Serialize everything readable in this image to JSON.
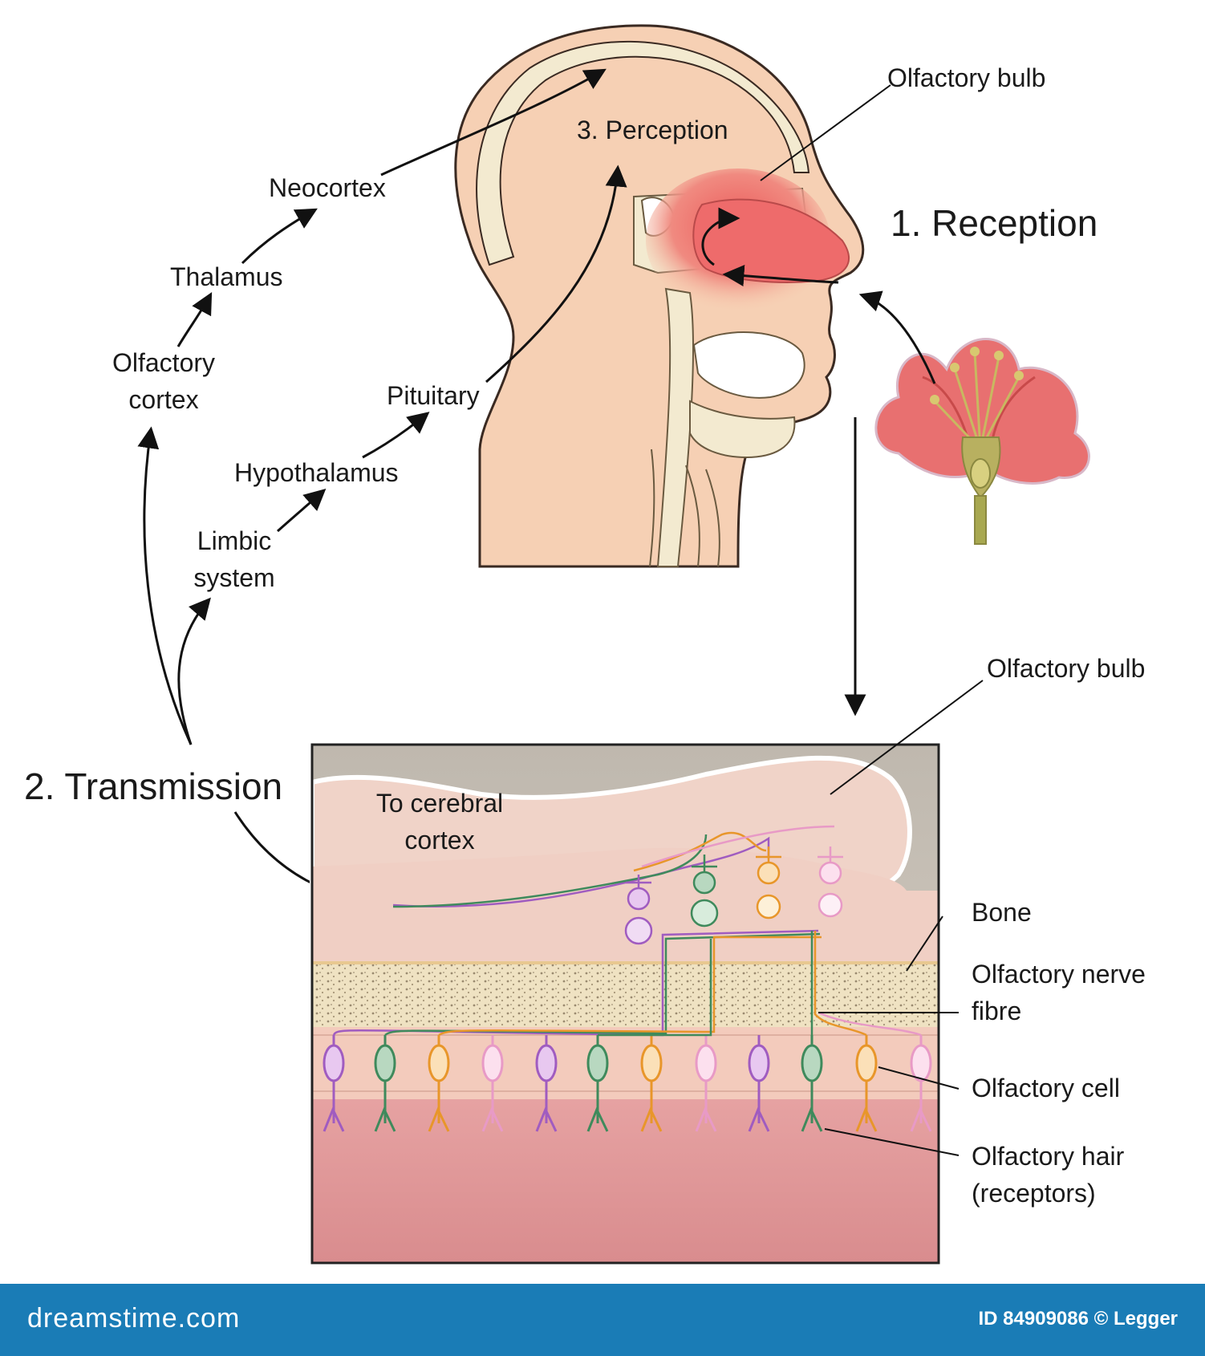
{
  "labels": {
    "reception": "1. Reception",
    "transmission": "2. Transmission",
    "perception": "3. Perception",
    "olfactory_bulb_top": "Olfactory bulb",
    "olfactory_bulb_inset": "Olfactory bulb",
    "neocortex": "Neocortex",
    "thalamus": "Thalamus",
    "olfactory_cortex_line1": "Olfactory",
    "olfactory_cortex_line2": "cortex",
    "pituitary": "Pituitary",
    "hypothalamus": "Hypothalamus",
    "limbic_line1": "Limbic",
    "limbic_line2": "system",
    "to_cerebral_line1": "To cerebral",
    "to_cerebral_line2": "cortex",
    "bone": "Bone",
    "nerve_fibre_line1": "Olfactory nerve",
    "nerve_fibre_line2": "fibre",
    "olfactory_cell": "Olfactory cell",
    "hair_line1": "Olfactory hair",
    "hair_line2": "(receptors)"
  },
  "footer": {
    "brand": "dreamstime.com",
    "credit": "ID 84909086 © Legger"
  },
  "colors": {
    "skin": "#f6d0b4",
    "skin_outline": "#3a2a22",
    "skull": "#f3ead0",
    "nasal_red": "#ee6b6b",
    "flower": "#e87070",
    "footer": "#1a7cb6",
    "cell_purple": "#a05cc0",
    "cell_green": "#3f8a5c",
    "cell_orange": "#e8962a",
    "cell_pink": "#e89ac6"
  },
  "icons": {
    "flower": "flower-illustration",
    "head": "head-cross-section"
  }
}
